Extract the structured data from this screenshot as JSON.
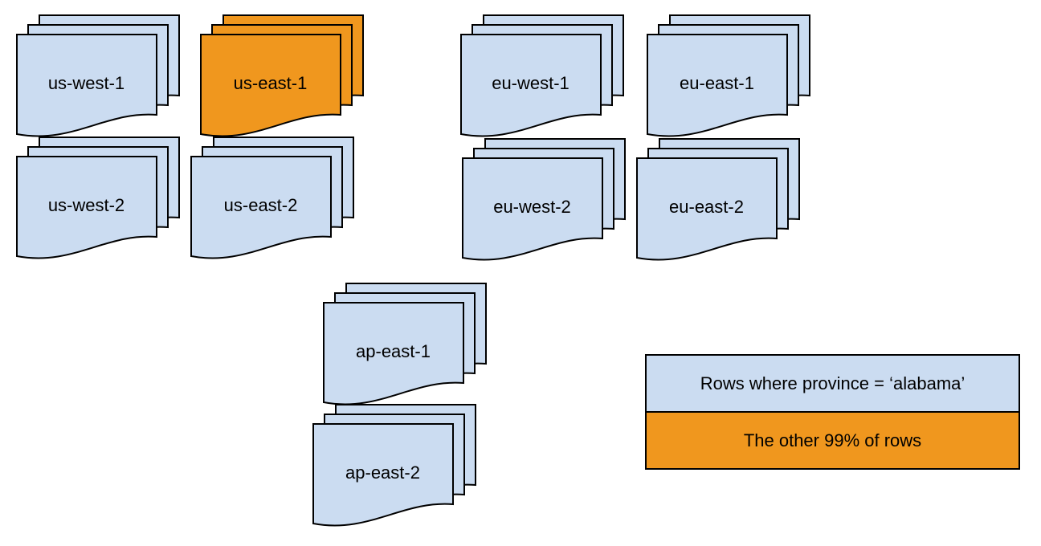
{
  "diagram": {
    "description": "Document stacks per cloud region with one highlighted region",
    "colors": {
      "region_fill": "#cbdcf1",
      "highlight_fill": "#f0971e",
      "stroke": "#000000"
    },
    "stacks": [
      {
        "label": "us-west-1",
        "variant": "blue"
      },
      {
        "label": "us-east-1",
        "variant": "orange"
      },
      {
        "label": "eu-west-1",
        "variant": "blue"
      },
      {
        "label": "eu-east-1",
        "variant": "blue"
      },
      {
        "label": "us-west-2",
        "variant": "blue"
      },
      {
        "label": "us-east-2",
        "variant": "blue"
      },
      {
        "label": "eu-west-2",
        "variant": "blue"
      },
      {
        "label": "eu-east-2",
        "variant": "blue"
      },
      {
        "label": "ap-east-1",
        "variant": "blue"
      },
      {
        "label": "ap-east-2",
        "variant": "blue"
      }
    ],
    "legend": {
      "items": [
        {
          "label": "Rows where province = ‘alabama’",
          "variant": "blue"
        },
        {
          "label": "The other 99% of rows",
          "variant": "orange"
        }
      ]
    }
  }
}
